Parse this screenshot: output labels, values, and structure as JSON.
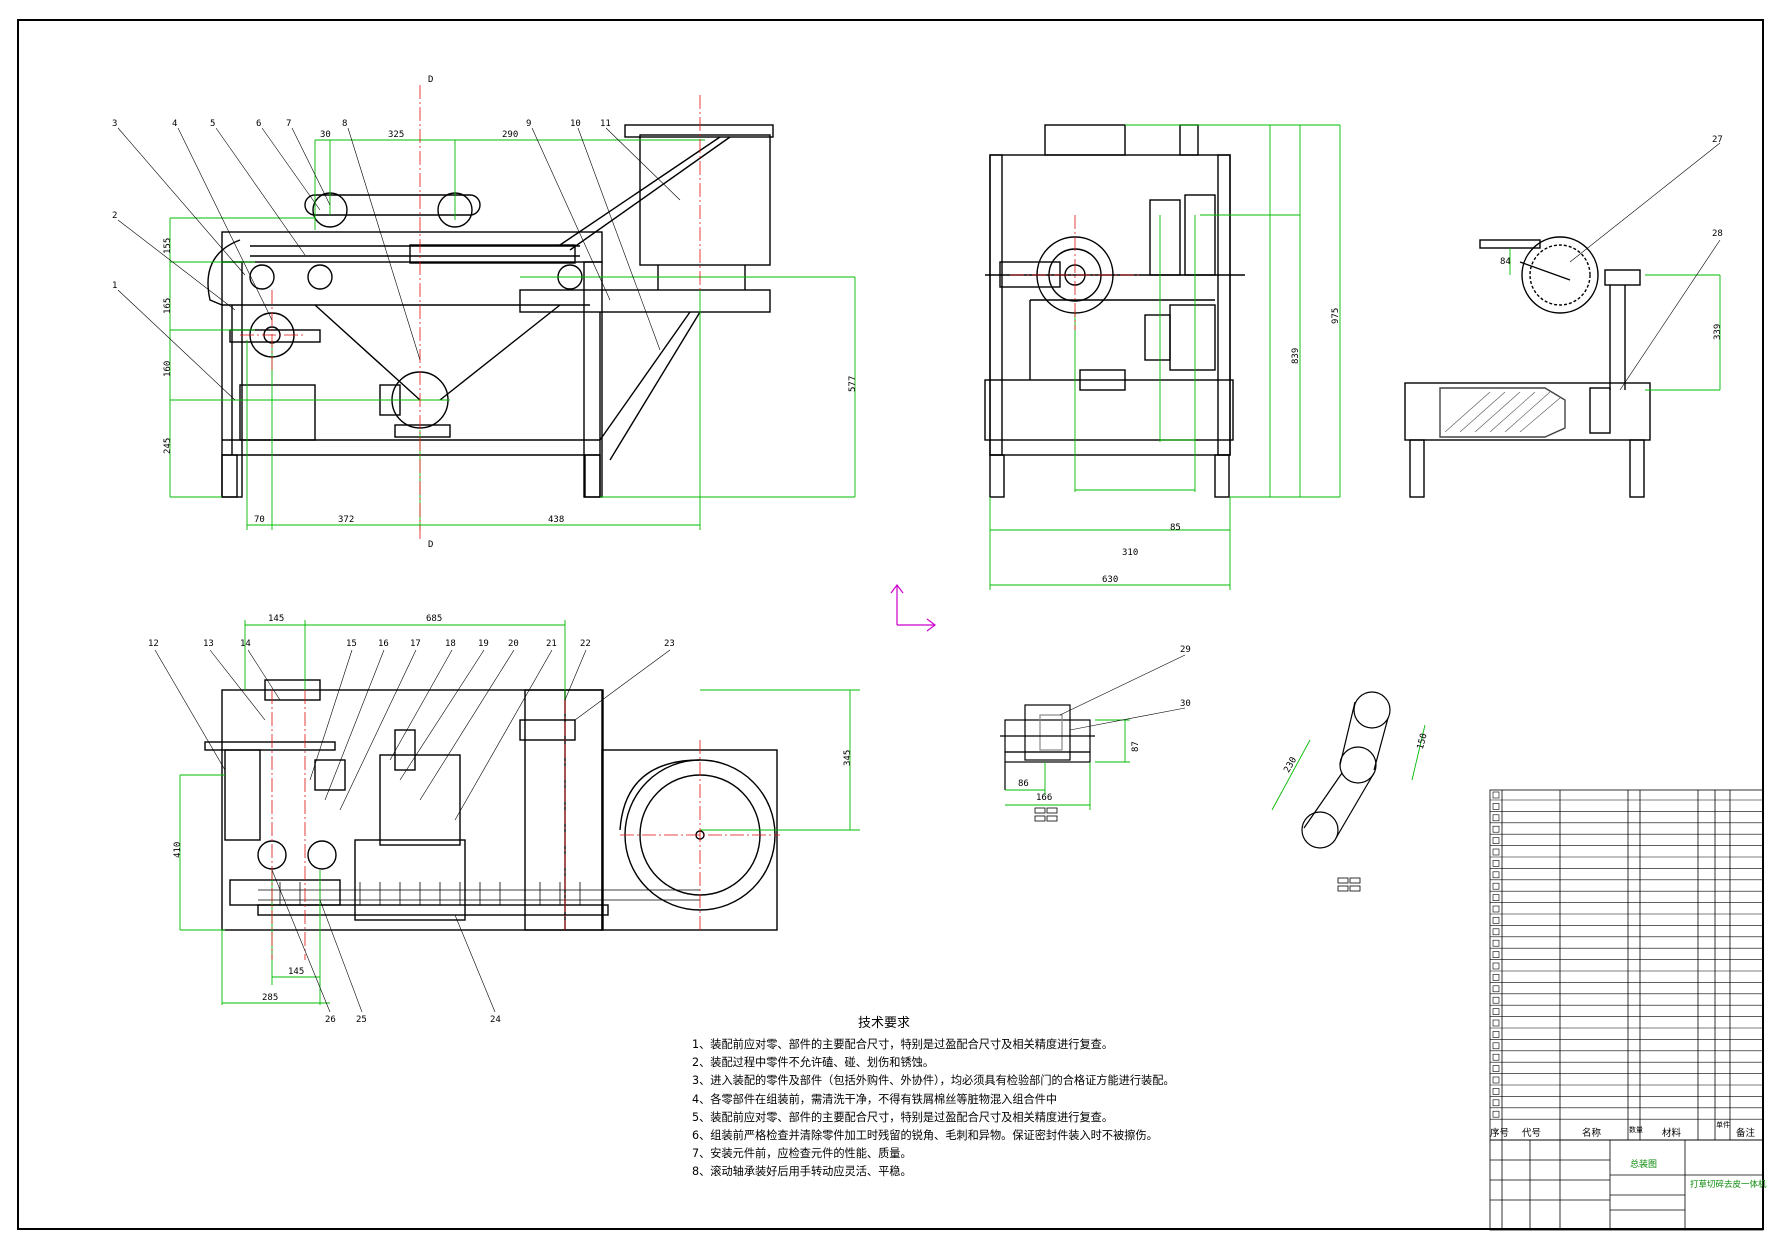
{
  "views": {
    "front": {
      "part_numbers": [
        "1",
        "2",
        "3",
        "4",
        "5",
        "6",
        "7",
        "8",
        "9",
        "10",
        "11"
      ],
      "dims": {
        "d30": "30",
        "d325": "325",
        "d290": "290",
        "d155": "155",
        "d165": "165",
        "d160": "160",
        "d245": "245",
        "d577": "577",
        "d70": "70",
        "d372": "372",
        "d438": "438"
      },
      "section_mark": "D"
    },
    "side": {
      "dims": {
        "d975": "975",
        "d839": "839",
        "d85": "85",
        "d310": "310",
        "d630": "630"
      }
    },
    "detail_right": {
      "part_numbers": [
        "27",
        "28"
      ],
      "dims": {
        "d84": "84",
        "d339": "339"
      }
    },
    "plan": {
      "part_numbers": [
        "12",
        "13",
        "14",
        "15",
        "16",
        "17",
        "18",
        "19",
        "20",
        "21",
        "22",
        "23",
        "24",
        "25",
        "26"
      ],
      "dims": {
        "d145": "145",
        "d685": "685",
        "d345": "345",
        "d410": "410",
        "d145b": "145",
        "d285": "285"
      }
    },
    "motor_detail": {
      "part_numbers": [
        "29",
        "30"
      ],
      "dims": {
        "d87": "87",
        "d86": "86",
        "d166": "166"
      }
    },
    "pulley_detail": {
      "dims": {
        "d230": "230",
        "d150": "150"
      }
    }
  },
  "tech": {
    "title": "技术要求",
    "items": [
      "1、装配前应对零、部件的主要配合尺寸，特别是过盈配合尺寸及相关精度进行复查。",
      "2、装配过程中零件不允许磕、碰、划伤和锈蚀。",
      "3、进入装配的零件及部件（包括外购件、外协件），均必须具有检验部门的合格证方能进行装配。",
      "4、各零部件在组装前，需清洗干净，不得有铁屑棉丝等脏物混入组合件中",
      "5、装配前应对零、部件的主要配合尺寸，特别是过盈配合尺寸及相关精度进行复查。",
      "6、组装前严格检查并清除零件加工时残留的锐角、毛刺和异物。保证密封件装入时不被擦伤。",
      "7、安装元件前，应检查元件的性能、质量。",
      "8、滚动轴承装好后用手转动应灵活、平稳。"
    ]
  },
  "title_block": {
    "header": {
      "seq": "序号",
      "code": "代号",
      "name": "名称",
      "qty": "数量",
      "material": "材料",
      "weight": "单件",
      "remarks": "备注"
    },
    "drawing_name": "总装图",
    "product_name": "打草切碎去皮一体机"
  },
  "colors": {
    "line": "#000000",
    "dim": "#00bb00",
    "center": "#e01010",
    "axis": "#cc00cc",
    "hatch": "#555555"
  }
}
